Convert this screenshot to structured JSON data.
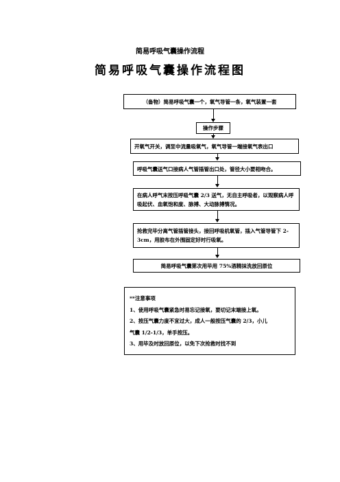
{
  "doc": {
    "small_title": "简易呼吸气囊操作流程",
    "big_title": "简易呼吸气囊操作流程图"
  },
  "flow": {
    "supplies": "（备物）简易呼吸气囊一个，氧气导管一条，氧气装置一套",
    "steps_header": "操作步骤",
    "step1": "开氧气开关，调至中流量吸氧气，氧气导管一端接氧气表出口",
    "step2": "呼吸气囊送气口接病人气管插管出口处，管径大小要相吻合。",
    "step3": "在病人呼气末按压呼吸气囊 2/3 送气，无自主呼吸者，以观察病人呼吸起伏、血氧饱和度、脉搏、大动脉搏情况。",
    "step4": "抢救完毕分离气管插管接头，接回呼吸机氧管，插入气管导管下 2-3cm，用胶布在外围固定好时行吸氧。",
    "step5": "简易呼吸气囊第次用毕用 75%酒精抹洗放回原位"
  },
  "notes": {
    "title": "**注意事项",
    "item1": "1、使用呼吸气囊紧急时易忘记接氧，要切记末端接上氧。",
    "item2a": "2、按压气囊力度不宜过大，成人一般按压气囊的 2/3，小儿",
    "item2b": "气囊 1/2-1/3，单手按压。",
    "item3": "3、用毕及时放回原位，以免下次抢救时找不到"
  }
}
